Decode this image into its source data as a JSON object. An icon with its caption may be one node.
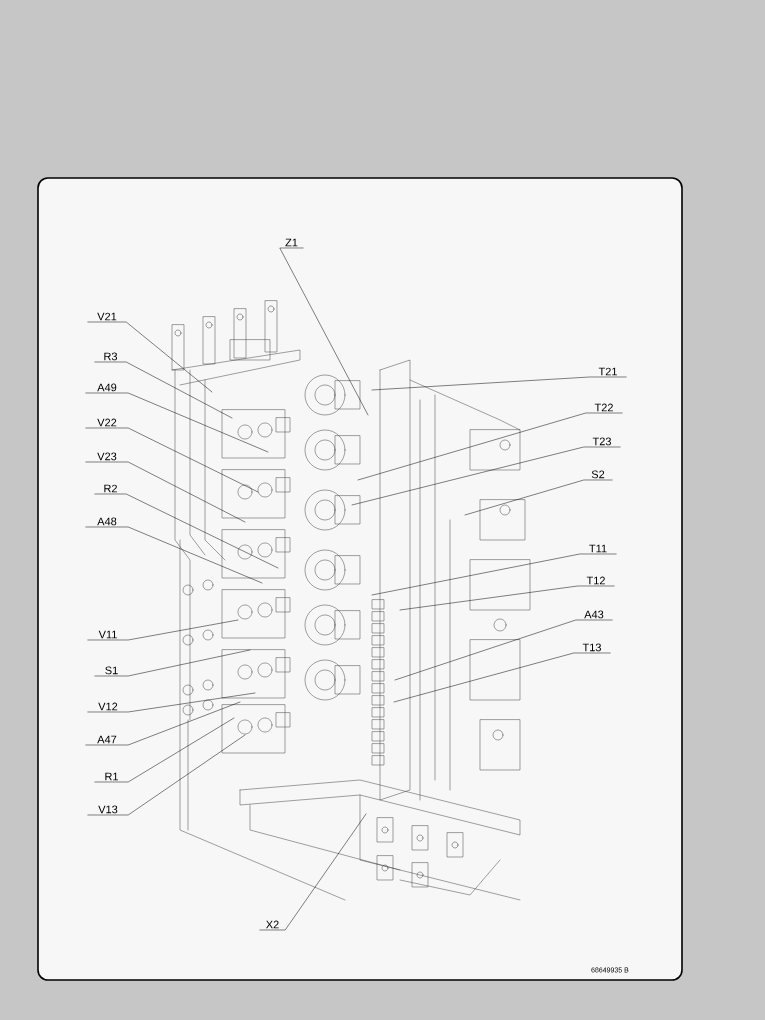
{
  "diagram": {
    "nodes": [
      {
        "text": [
          "Z1"
        ]
      },
      {
        "text": [
          "V21"
        ]
      },
      {
        "text": [
          "R3"
        ]
      },
      {
        "text": [
          "T21"
        ]
      },
      {
        "text": [
          "A49"
        ]
      },
      {
        "text": [
          "T22"
        ]
      },
      {
        "text": [
          "V22"
        ]
      },
      {
        "text": [
          "T23"
        ]
      },
      {
        "text": [
          "V23"
        ]
      },
      {
        "text": [
          "S2"
        ]
      },
      {
        "text": [
          "R2"
        ]
      },
      {
        "text": [
          "A48"
        ]
      },
      {
        "text": [
          "T11"
        ]
      },
      {
        "text": [
          "T12"
        ]
      },
      {
        "text": [
          "V11"
        ]
      },
      {
        "text": [
          "A43"
        ]
      },
      {
        "text": [
          "S1"
        ]
      },
      {
        "text": [
          "T13"
        ]
      },
      {
        "text": [
          "V12"
        ]
      },
      {
        "text": [
          "A47"
        ]
      },
      {
        "text": [
          "R1"
        ]
      },
      {
        "text": [
          "V13"
        ]
      },
      {
        "text": [
          "X2"
        ]
      }
    ],
    "edges": [
      {
        "from": 0,
        "to": null,
        "arrow": "none"
      },
      {
        "from": 1,
        "to": null,
        "arrow": "none"
      },
      {
        "from": 2,
        "to": null,
        "arrow": "none"
      },
      {
        "from": 3,
        "to": null,
        "arrow": "none"
      },
      {
        "from": 4,
        "to": null,
        "arrow": "none"
      },
      {
        "from": 5,
        "to": null,
        "arrow": "none"
      },
      {
        "from": 6,
        "to": null,
        "arrow": "none"
      },
      {
        "from": 7,
        "to": null,
        "arrow": "none"
      },
      {
        "from": 8,
        "to": null,
        "arrow": "none"
      },
      {
        "from": 9,
        "to": null,
        "arrow": "none"
      },
      {
        "from": 10,
        "to": null,
        "arrow": "none"
      },
      {
        "from": 11,
        "to": null,
        "arrow": "none"
      },
      {
        "from": 12,
        "to": null,
        "arrow": "none"
      },
      {
        "from": 13,
        "to": null,
        "arrow": "none"
      },
      {
        "from": 14,
        "to": null,
        "arrow": "none"
      },
      {
        "from": 15,
        "to": null,
        "arrow": "none"
      },
      {
        "from": 16,
        "to": null,
        "arrow": "none"
      },
      {
        "from": 17,
        "to": null,
        "arrow": "none"
      },
      {
        "from": 18,
        "to": null,
        "arrow": "none"
      },
      {
        "from": 19,
        "to": null,
        "arrow": "none"
      },
      {
        "from": 20,
        "to": null,
        "arrow": "none"
      },
      {
        "from": 21,
        "to": null,
        "arrow": "none"
      },
      {
        "from": 22,
        "to": null,
        "arrow": "none"
      }
    ],
    "labels": [
      "68649935 B"
    ]
  }
}
